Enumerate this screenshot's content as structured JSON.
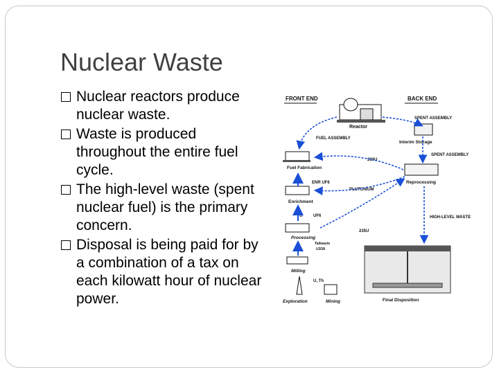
{
  "slide": {
    "title": "Nuclear Waste",
    "bullets": [
      "Nuclear reactors produce nuclear waste.",
      "Waste is produced throughout the entire fuel cycle.",
      "The high-level waste (spent nuclear fuel) is the primary concern.",
      "Disposal is being paid for by a combination of a tax on each kilowatt hour of nuclear power."
    ]
  },
  "diagram": {
    "front_end": "FRONT END",
    "back_end": "BACK END",
    "reactor": "Reactor",
    "spent_assembly_1": "SPENT ASSEMBLY",
    "fuel_assembly": "FUEL ASSEMBLY",
    "interim_storage": "Interim Storage",
    "spent_assembly_2": "SPENT ASSEMBLY",
    "u233": "233U",
    "fuel_fabrication": "Fuel Fabrication",
    "enr_uf6": "ENR UF6",
    "plutonium": "PLUTONIUM",
    "reprocessing": "Reprocessing",
    "enrichment": "Enrichment",
    "u": "U",
    "uf6": "UF6",
    "high_level_waste": "HIGH-LEVEL WASTE",
    "u235": "235U",
    "processing": "Processing",
    "tailwaste": "Tailwaste",
    "u3o8": "U3O8",
    "milling": "Milling",
    "u_th": "U, Th",
    "exploration": "Exploration",
    "mining": "Mining",
    "final_disposition": "Final Disposition"
  }
}
